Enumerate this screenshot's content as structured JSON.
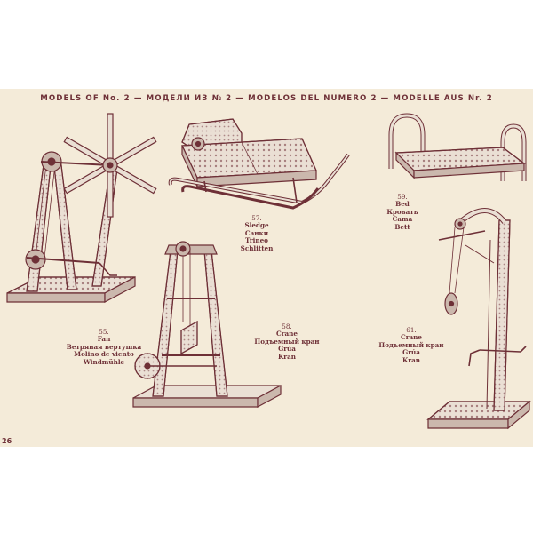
{
  "header": "MODELS OF No. 2 — МОДЕЛИ ИЗ № 2 — MODELOS DEL NUMERO 2 — MODELLE AUS Nr. 2",
  "page_number": "26",
  "colors": {
    "ink": "#6e3037",
    "paper": "#f4ebd9",
    "metal_light": "#eadfd4",
    "metal_mid": "#cbb8ad"
  },
  "models": [
    {
      "number": "55.",
      "names": [
        "Fan",
        "Ветряная вертушка",
        "Molino de viento",
        "Windmühle"
      ]
    },
    {
      "number": "57.",
      "names": [
        "Sledge",
        "Санки",
        "Trineo",
        "Schlitten"
      ]
    },
    {
      "number": "58.",
      "names": [
        "Crane",
        "Подъемный кран",
        "Grúa",
        "Kran"
      ]
    },
    {
      "number": "59.",
      "names": [
        "Bed",
        "Кровать",
        "Cama",
        "Bett"
      ]
    },
    {
      "number": "61.",
      "names": [
        "Crane",
        "Подъемный кран",
        "Grúa",
        "Kran"
      ]
    }
  ]
}
